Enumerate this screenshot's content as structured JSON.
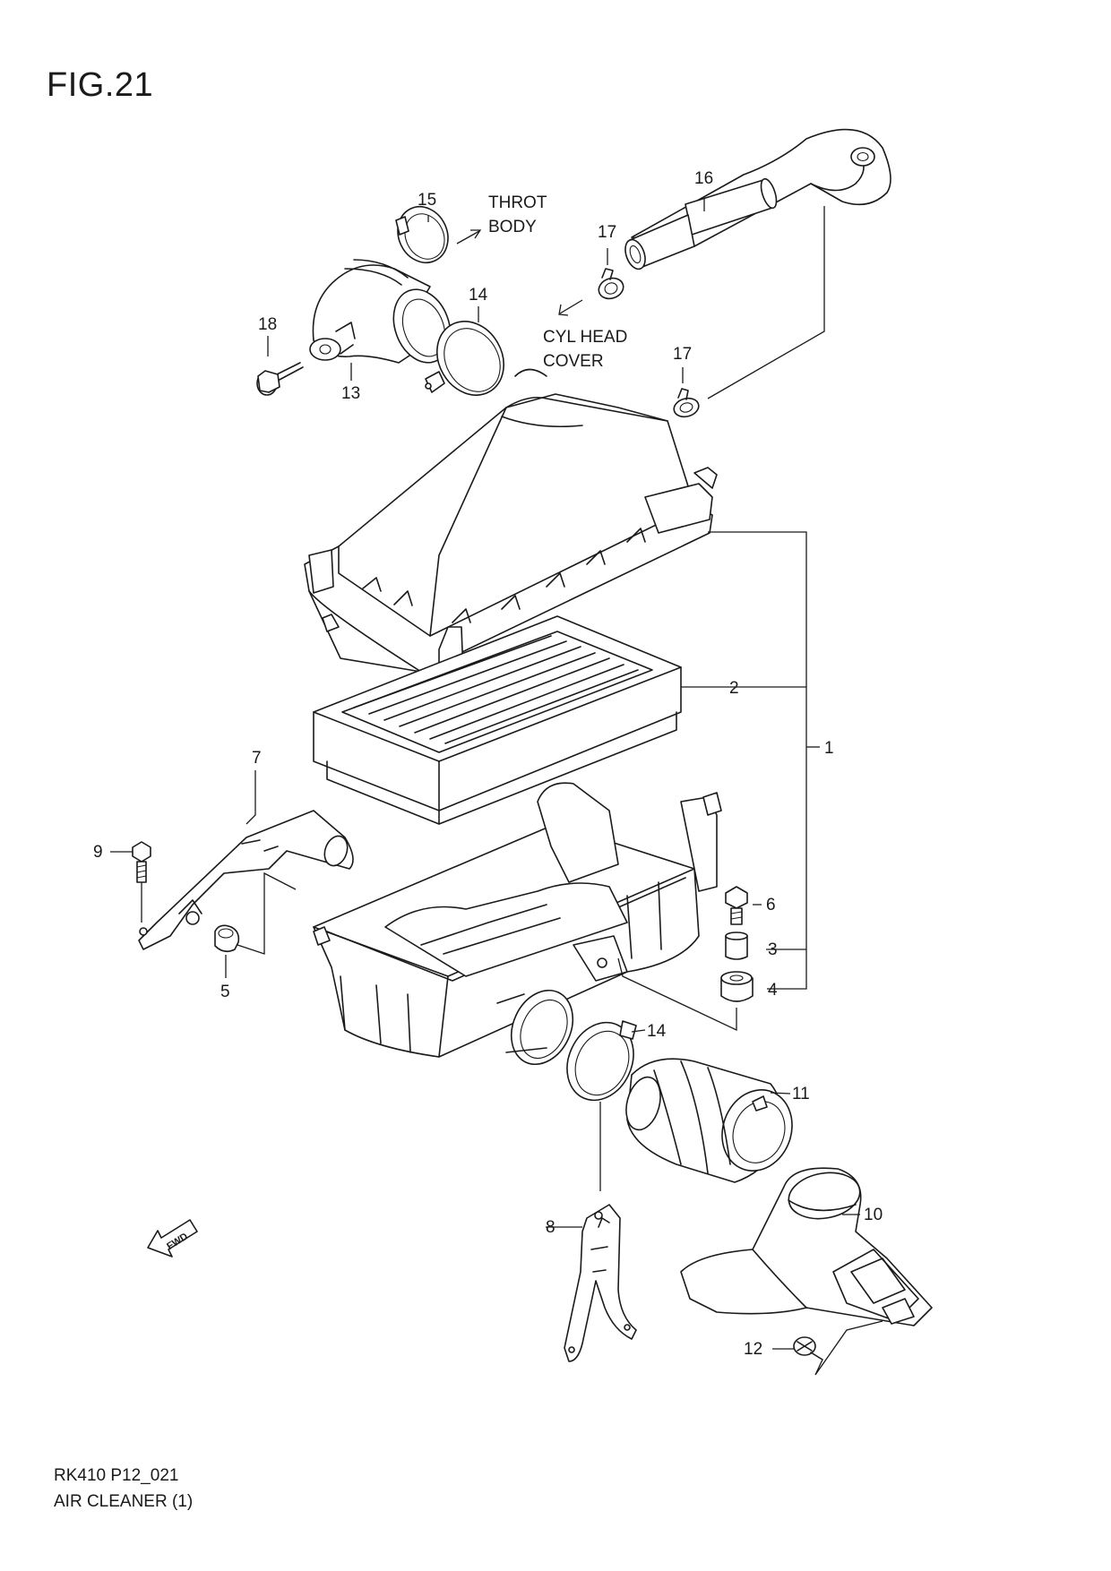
{
  "figure": {
    "title": "FIG.21"
  },
  "footer": {
    "code": "RK410 P12_021",
    "name": "AIR CLEANER (1)"
  },
  "notes": {
    "throt_line1": "THROT",
    "throt_line2": "BODY",
    "cyl_line1": "CYL HEAD",
    "cyl_line2": "COVER",
    "fwd": "FWD"
  },
  "callouts": {
    "c1": "1",
    "c2": "2",
    "c3": "3",
    "c4": "4",
    "c5": "5",
    "c6": "6",
    "c7": "7",
    "c8": "8",
    "c9": "9",
    "c10": "10",
    "c11": "11",
    "c12": "12",
    "c13": "13",
    "c14a": "14",
    "c14b": "14",
    "c15": "15",
    "c16": "16",
    "c17a": "17",
    "c17b": "17",
    "c18": "18"
  }
}
